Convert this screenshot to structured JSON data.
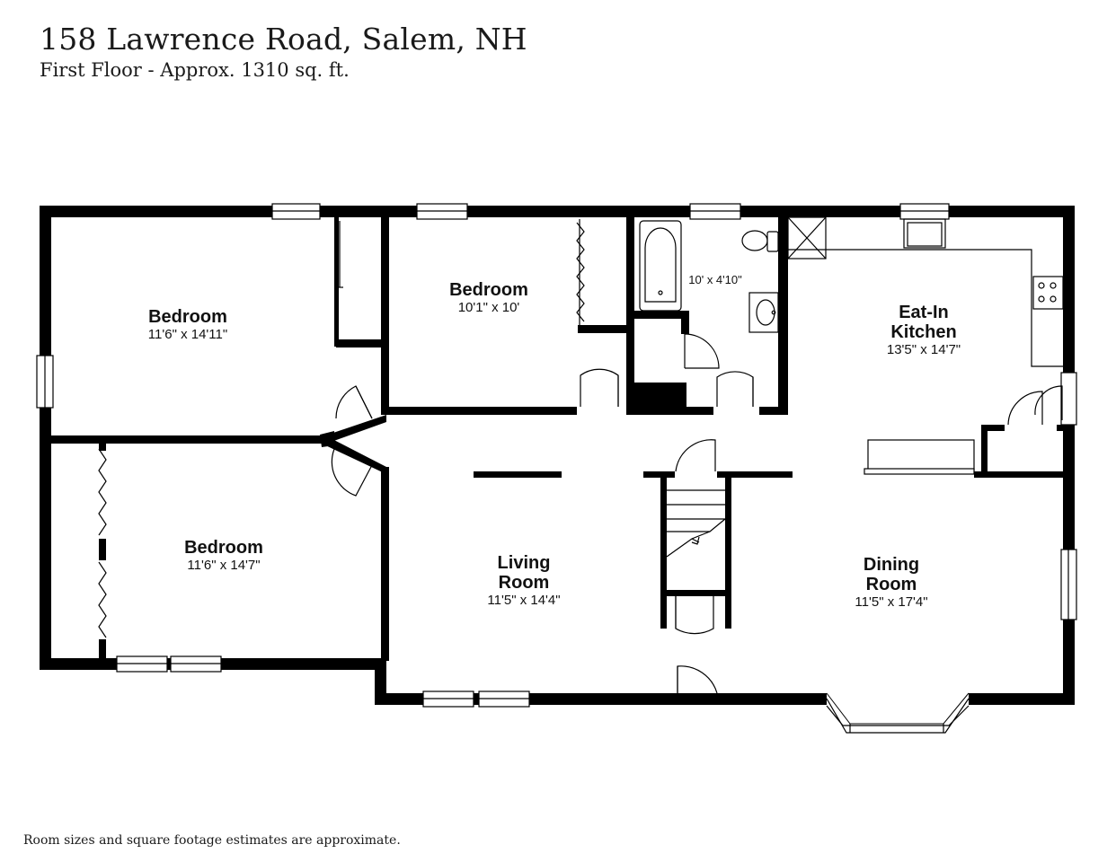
{
  "header": {
    "title": "158 Lawrence Road, Salem, NH",
    "subtitle": "First Floor - Approx. 1310 sq. ft."
  },
  "rooms": {
    "bedroom_nw": {
      "name": "Bedroom",
      "dims": "11'6\" x 14'11\""
    },
    "bedroom_n": {
      "name": "Bedroom",
      "dims": "10'1\" x 10'"
    },
    "bedroom_sw": {
      "name": "Bedroom",
      "dims": "11'6\" x 14'7\""
    },
    "bathroom": {
      "dims": "10' x 4'10\""
    },
    "kitchen": {
      "name_line1": "Eat-In",
      "name_line2": "Kitchen",
      "dims": "13'5\" x 14'7\""
    },
    "living": {
      "name_line1": "Living",
      "name_line2": "Room",
      "dims": "11'5\" x 14'4\""
    },
    "dining": {
      "name_line1": "Dining",
      "name_line2": "Room",
      "dims": "11'5\" x 17'4\""
    }
  },
  "footer": {
    "disclaimer": "Room sizes and square footage estimates are approximate."
  }
}
